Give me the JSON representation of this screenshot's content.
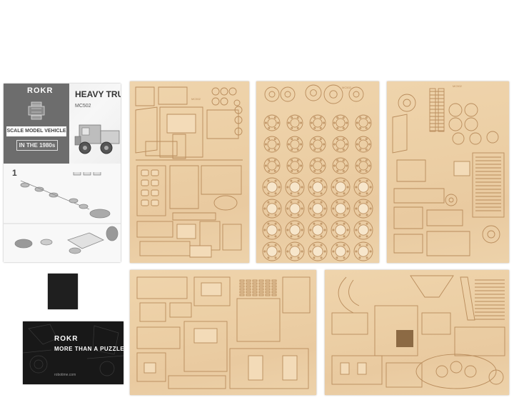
{
  "manual": {
    "brand": "ROKR",
    "headline": "HEAVY TRU",
    "model": "MC502",
    "subtitle": "SCALE MODEL VEHICLE",
    "era": "IN THE 1980s",
    "step_number": "1"
  },
  "card": {
    "brand": "ROKR",
    "tagline": "MORE THAN A PUZZLE",
    "website": "robotime.com"
  },
  "board_labels": {
    "board_1": "MC502",
    "board_2": "MC502",
    "board_3": "MC502"
  },
  "colors": {
    "wood": "#ecd0a6",
    "engraving": "#b98c5c",
    "manual_grey": "#6d6d6d",
    "card_black": "#181818",
    "background": "#ffffff"
  }
}
